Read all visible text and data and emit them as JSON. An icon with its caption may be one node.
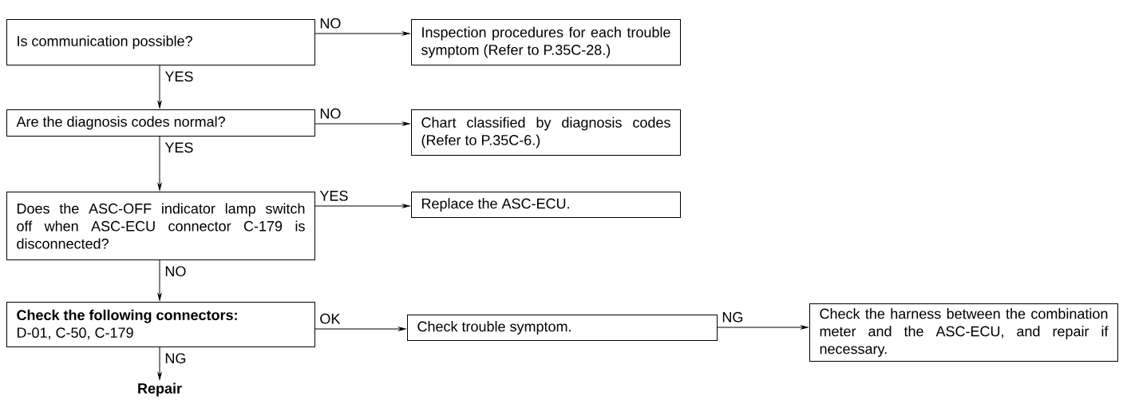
{
  "diagram": {
    "nodes": [
      {
        "text": [
          "Is communication possible?"
        ]
      },
      {
        "text": [
          "Inspection procedures for each trouble symptom (Refer to P.35C-28.)"
        ]
      },
      {
        "text": [
          "Are the diagnosis codes normal?"
        ]
      },
      {
        "text": [
          "Chart classified by diagnosis codes (Refer to P.35C-6.)"
        ]
      },
      {
        "text": [
          "Does the ASC-OFF indicator lamp switch off when ASC-ECU connector C-179 is disconnected?"
        ]
      },
      {
        "text": [
          "Replace the ASC-ECU."
        ]
      },
      {
        "text": [
          "Check the following connectors:",
          "D-01, C-50, C-179"
        ]
      },
      {
        "text": [
          "Check trouble symptom."
        ]
      },
      {
        "text": [
          "Check the harness between the combination meter and the ASC-ECU, and repair if necessary."
        ]
      },
      {
        "text": [
          "Repair"
        ]
      }
    ],
    "edges": [
      {
        "from": 0,
        "to": 1,
        "arrow": "to",
        "label": "NO"
      },
      {
        "from": 0,
        "to": 2,
        "arrow": "to",
        "label": "YES"
      },
      {
        "from": 2,
        "to": 3,
        "arrow": "to",
        "label": "NO"
      },
      {
        "from": 2,
        "to": 4,
        "arrow": "to",
        "label": "YES"
      },
      {
        "from": 4,
        "to": 5,
        "arrow": "to",
        "label": "YES"
      },
      {
        "from": 4,
        "to": 6,
        "arrow": "to",
        "label": "NO"
      },
      {
        "from": 6,
        "to": 7,
        "arrow": "to",
        "label": "OK"
      },
      {
        "from": 7,
        "to": 8,
        "arrow": "to",
        "label": "NG"
      },
      {
        "from": 6,
        "to": 9,
        "arrow": "to",
        "label": "NG"
      }
    ]
  }
}
